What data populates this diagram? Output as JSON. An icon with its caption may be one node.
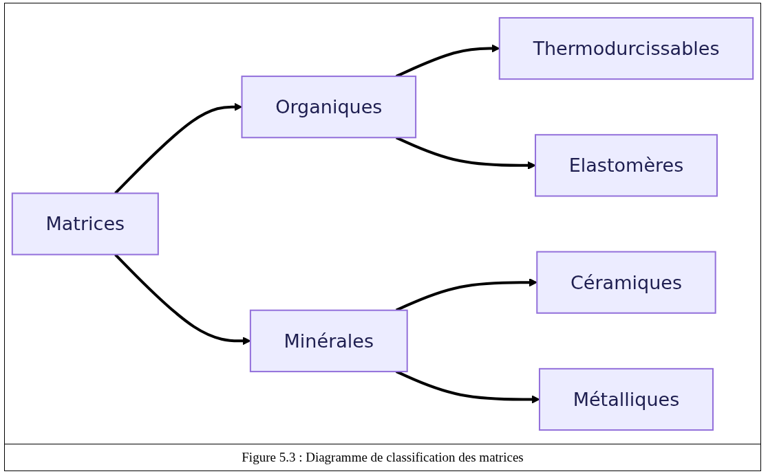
{
  "diagram": {
    "caption": "Figure 5.3 : Diagramme de classification des matrices",
    "nodes": [
      {
        "text": [
          "Matrices"
        ]
      },
      {
        "text": [
          "Organiques"
        ]
      },
      {
        "text": [
          "Thermodurcissables"
        ]
      },
      {
        "text": [
          "Elastomères"
        ]
      },
      {
        "text": [
          "Minérales"
        ]
      },
      {
        "text": [
          "Céramiques"
        ]
      },
      {
        "text": [
          "Métalliques"
        ]
      }
    ],
    "edges": [
      {
        "from": 0,
        "to": 1,
        "arrow": "to"
      },
      {
        "from": 1,
        "to": 2,
        "arrow": "to"
      },
      {
        "from": 1,
        "to": 3,
        "arrow": "to"
      },
      {
        "from": 0,
        "to": 4,
        "arrow": "to"
      },
      {
        "from": 4,
        "to": 5,
        "arrow": "to"
      },
      {
        "from": 4,
        "to": 6,
        "arrow": "to"
      }
    ]
  }
}
